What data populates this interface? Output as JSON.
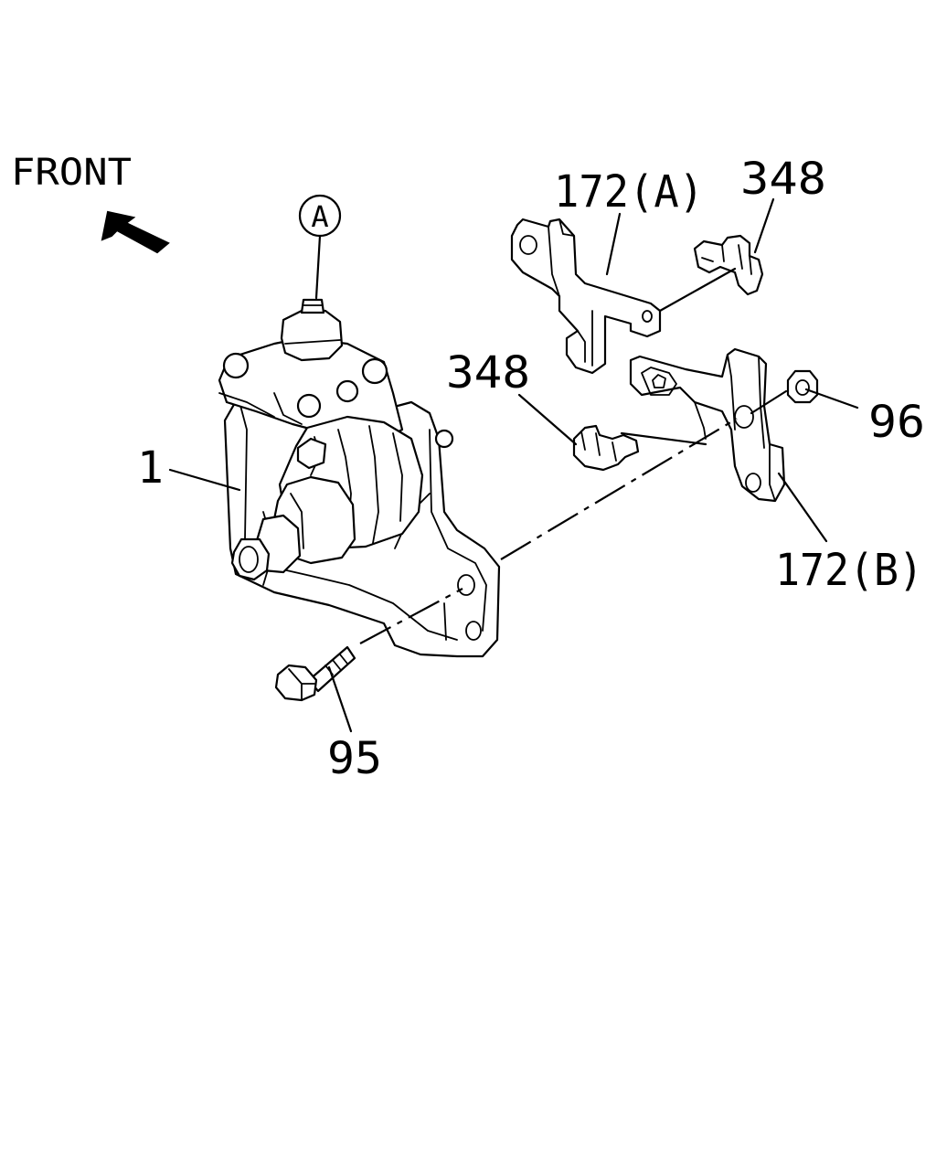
{
  "orientation": {
    "front_label": "FRONT",
    "arrow_icon": "arrow-front-icon"
  },
  "callouts": {
    "view_a": "A",
    "p1": "1",
    "p95": "95",
    "p96": "96",
    "p172a": "172(A)",
    "p172b": "172(B)",
    "p348_upper": "348",
    "p348_lower": "348"
  },
  "colors": {
    "line": "#000000",
    "background": "#ffffff"
  }
}
